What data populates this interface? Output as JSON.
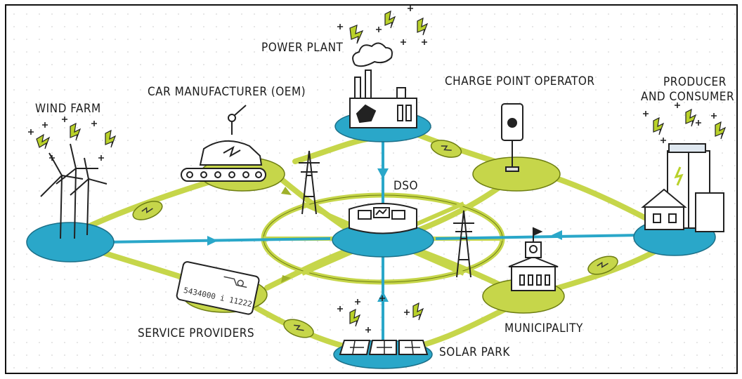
{
  "diagram": {
    "nodes": {
      "wind_farm": "WIND FARM",
      "car_manufacturer": "CAR MANUFACTURER (OEM)",
      "power_plant": "POWER PLANT",
      "charge_point_operator": "CHARGE POINT OPERATOR",
      "producer_consumer_line1": "PRODUCER",
      "producer_consumer_line2": "AND CONSUMER",
      "dso": "DSO",
      "service_providers": "SERVICE PROVIDERS",
      "municipality": "MUNICIPALITY",
      "solar_park": "SOLAR PARK"
    },
    "card_number": "5434000 i 11222",
    "colors": {
      "water": "#2aa7c9",
      "lime": "#c6d64a",
      "ink": "#1a1a1a",
      "bolt": "#b9d12a"
    }
  }
}
